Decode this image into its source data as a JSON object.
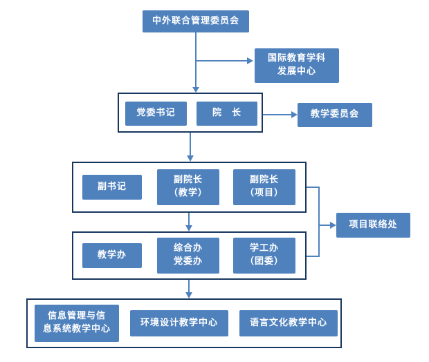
{
  "diagram": {
    "boxes": {
      "top_committee": {
        "label": "中外联合管理委员会"
      },
      "intl_edu_center": {
        "line1": "国际教育学科",
        "line2": "发展中心"
      },
      "party_secretary": {
        "label": "党委书记"
      },
      "dean": {
        "label": "院　长"
      },
      "teaching_committee": {
        "label": "教学委员会"
      },
      "deputy_secretary": {
        "label": "副书记"
      },
      "vice_dean_teaching": {
        "line1": "副院长",
        "line2": "（教学）"
      },
      "vice_dean_project": {
        "line1": "副院长",
        "line2": "（项目）"
      },
      "project_liaison": {
        "label": "项目联络处"
      },
      "teaching_office": {
        "label": "教学办"
      },
      "general_party_office": {
        "line1": "综合办",
        "line2": "党委办"
      },
      "student_league_office": {
        "line1": "学工办",
        "line2": "（团委）"
      },
      "info_mgmt_center": {
        "line1": "信息管理与信",
        "line2": "息系统教学中心"
      },
      "env_design_center": {
        "label": "环境设计教学中心"
      },
      "lang_culture_center": {
        "label": "语言文化教学中心"
      }
    },
    "colors": {
      "box_fill": "#4f81bd",
      "group_border": "#17375e",
      "connector": "#4f81bd",
      "text": "#ffffff",
      "background": "#ffffff"
    }
  }
}
